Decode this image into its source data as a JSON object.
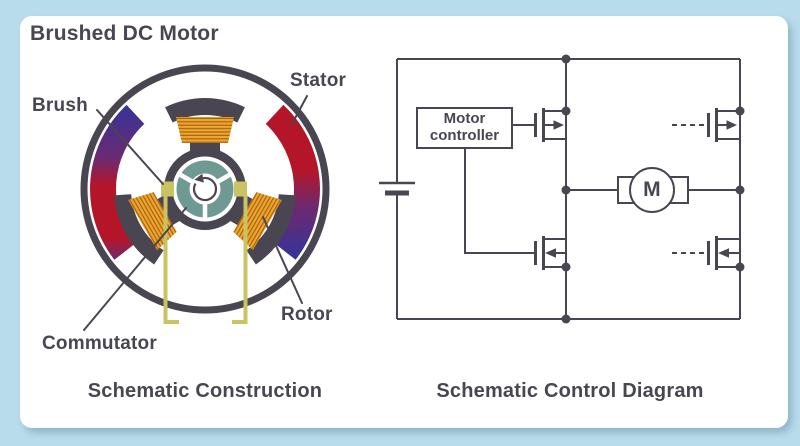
{
  "title": "Brushed DC Motor",
  "construction": {
    "caption": "Schematic Construction",
    "labels": {
      "brush": "Brush",
      "stator": "Stator",
      "rotor": "Rotor",
      "commutator": "Commutator"
    }
  },
  "control": {
    "caption": "Schematic Control Diagram",
    "controller_line1": "Motor",
    "controller_line2": "controller",
    "motor_letter": "M"
  },
  "colors": {
    "background": "#b8dcec",
    "card": "#ffffff",
    "ink": "#4a4651",
    "coil": "#f2a52e",
    "coil_stripe": "#a06610",
    "magnet_red": "#b51529",
    "magnet_blue": "#34349a",
    "magnet_purple": "#6d2a70",
    "commutator_teal": "#6f9a93",
    "brush_khaki": "#c9c364"
  }
}
